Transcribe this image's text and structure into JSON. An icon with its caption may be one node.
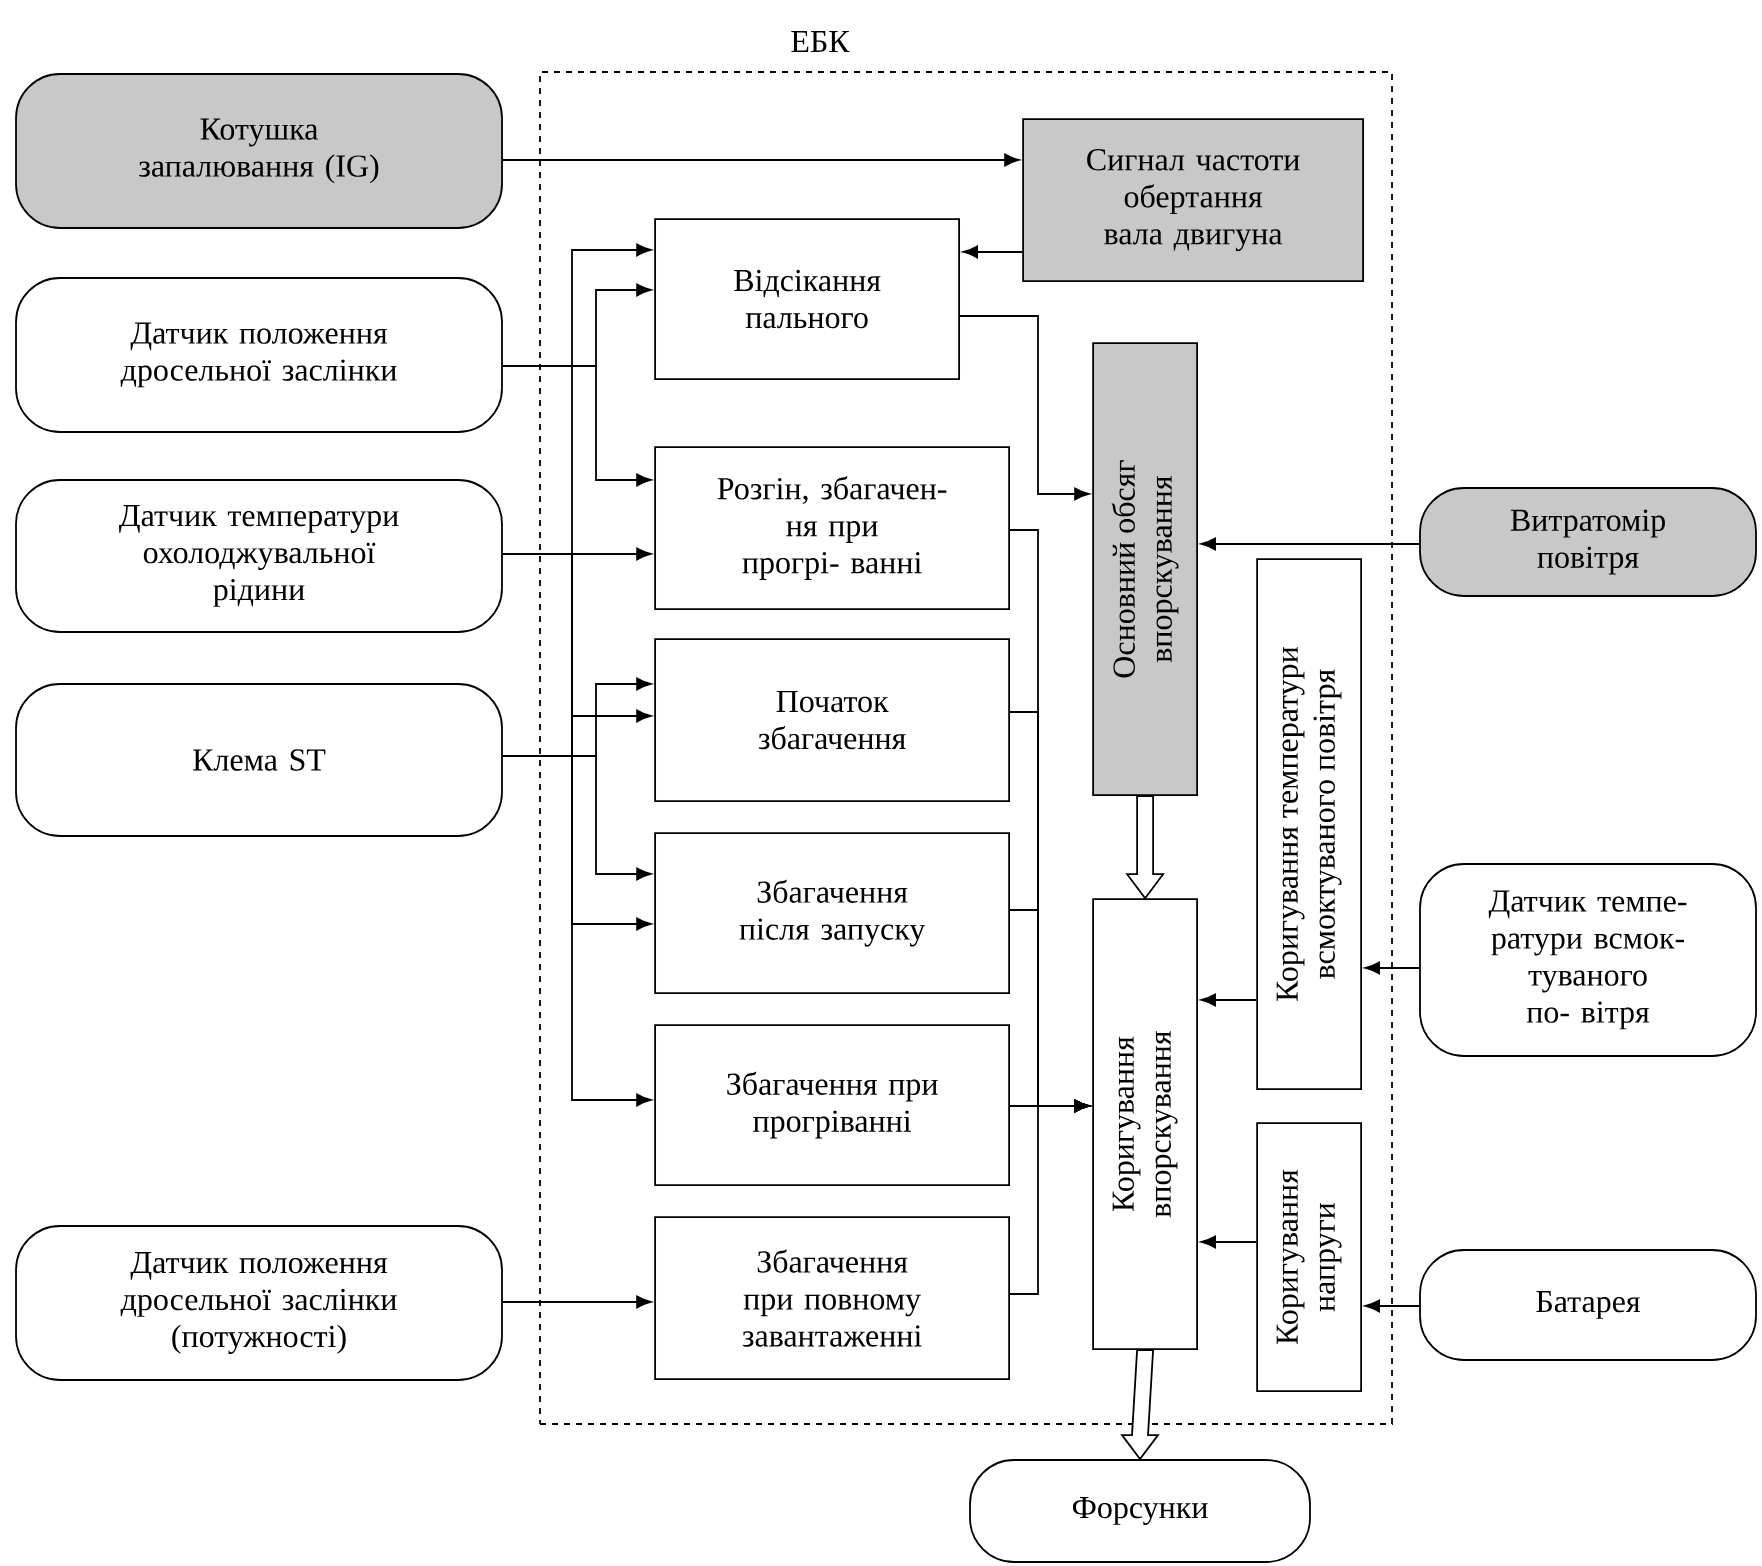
{
  "diagram": {
    "nodes": [
      {
        "text": [
          "ЕБК"
        ]
      },
      {
        "text": [
          "Котушка запалювання (IG)"
        ]
      },
      {
        "text": [
          "Датчик положення дросельної заслінки"
        ]
      },
      {
        "text": [
          "Датчик температури охолоджувальної рідини"
        ]
      },
      {
        "text": [
          "Клема ST"
        ]
      },
      {
        "text": [
          "Датчик положення дросельної заслінки (потужності)"
        ]
      },
      {
        "text": [
          "Сигнал частоти обертання вала двигуна"
        ],
        "in": 0
      },
      {
        "text": [
          "Відсікання пального"
        ],
        "in": 0
      },
      {
        "text": [
          "Розгін, збагачен- ня при прогрі- ванні"
        ],
        "in": 0
      },
      {
        "text": [
          "Початок збагачення"
        ],
        "in": 0
      },
      {
        "text": [
          "Збагачення після запуску"
        ],
        "in": 0
      },
      {
        "text": [
          "Збагачення при прогріванні"
        ],
        "in": 0
      },
      {
        "text": [
          "Збагачення при повному завантаженні"
        ],
        "in": 0
      },
      {
        "text": [
          "Основний обсяг впорскування"
        ],
        "in": 0
      },
      {
        "text": [
          "Коригування впорскування"
        ],
        "in": 0
      },
      {
        "text": [
          "Коригування температури всмоктуваного повітря"
        ],
        "in": 0
      },
      {
        "text": [
          "Коригування напруги"
        ],
        "in": 0
      },
      {
        "text": [
          "Витратомір повітря"
        ]
      },
      {
        "text": [
          "Датчик темпе- ратури всмок- туваного по- вітря"
        ]
      },
      {
        "text": [
          "Батарея"
        ]
      },
      {
        "text": [
          "Форсунки"
        ]
      }
    ],
    "edges": [
      {
        "from": 1,
        "to": 6,
        "arrow": "to"
      },
      {
        "from": 6,
        "to": 7,
        "arrow": "to"
      },
      {
        "from": 2,
        "to": 7,
        "arrow": "to"
      },
      {
        "from": 2,
        "to": 8,
        "arrow": "to"
      },
      {
        "from": 3,
        "to": 7,
        "arrow": "to"
      },
      {
        "from": 3,
        "to": 8,
        "arrow": "to"
      },
      {
        "from": 3,
        "to": 9,
        "arrow": "to"
      },
      {
        "from": 3,
        "to": 10,
        "arrow": "to"
      },
      {
        "from": 3,
        "to": 11,
        "arrow": "to"
      },
      {
        "from": 4,
        "to": 9,
        "arrow": "to"
      },
      {
        "from": 4,
        "to": 10,
        "arrow": "to"
      },
      {
        "from": 5,
        "to": 12,
        "arrow": "to"
      },
      {
        "from": 7,
        "to": 13,
        "arrow": "to"
      },
      {
        "from": 8,
        "to": 14,
        "arrow": "to"
      },
      {
        "from": 9,
        "to": 14,
        "arrow": "to"
      },
      {
        "from": 10,
        "to": 14,
        "arrow": "to"
      },
      {
        "from": 11,
        "to": 14,
        "arrow": "to"
      },
      {
        "from": 12,
        "to": 14,
        "arrow": "to"
      },
      {
        "from": 13,
        "to": 14,
        "arrow": "to",
        "style": "thick"
      },
      {
        "from": 14,
        "to": 20,
        "arrow": "to",
        "style": "thick"
      },
      {
        "from": 17,
        "to": 13,
        "arrow": "to"
      },
      {
        "from": 18,
        "to": 15,
        "arrow": "to"
      },
      {
        "from": 15,
        "to": 14,
        "arrow": "to"
      },
      {
        "from": 19,
        "to": 16,
        "arrow": "to"
      },
      {
        "from": 16,
        "to": 14,
        "arrow": "to"
      }
    ]
  }
}
